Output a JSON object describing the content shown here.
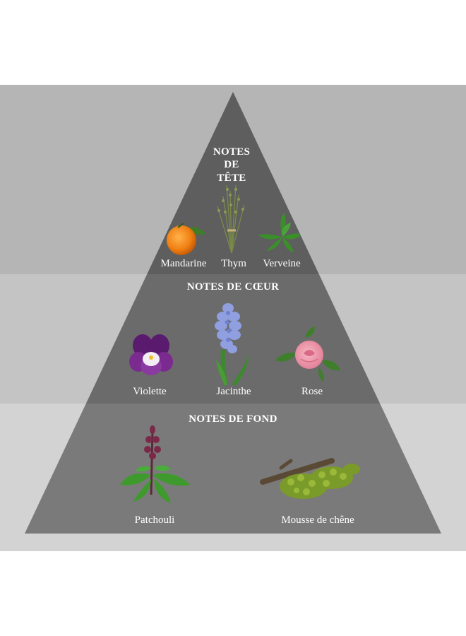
{
  "tiers": [
    {
      "id": "top",
      "title_lines": [
        "NOTES",
        "DE",
        "TÊTE"
      ],
      "ingredients": [
        {
          "label": "Mandarine",
          "icon": "mandarin-icon"
        },
        {
          "label": "Thym",
          "icon": "thyme-icon"
        },
        {
          "label": "Verveine",
          "icon": "verbena-icon"
        }
      ]
    },
    {
      "id": "heart",
      "title_lines": [
        "NOTES DE CŒUR"
      ],
      "ingredients": [
        {
          "label": "Violette",
          "icon": "violet-icon"
        },
        {
          "label": "Jacinthe",
          "icon": "hyacinth-icon"
        },
        {
          "label": "Rose",
          "icon": "rose-icon"
        }
      ]
    },
    {
      "id": "base",
      "title_lines": [
        "NOTES DE FOND"
      ],
      "ingredients": [
        {
          "label": "Patchouli",
          "icon": "patchouli-icon"
        },
        {
          "label": "Mousse de chêne",
          "icon": "oakmoss-icon"
        }
      ]
    }
  ],
  "colors": {
    "band_top": "#b5b5b5",
    "band_middle": "#c4c4c4",
    "band_bottom": "#d3d3d3",
    "pyramid_top": "#5e5e5e",
    "pyramid_middle": "#6b6b6b",
    "pyramid_bottom": "#7a7a7a",
    "text": "#ffffff"
  }
}
